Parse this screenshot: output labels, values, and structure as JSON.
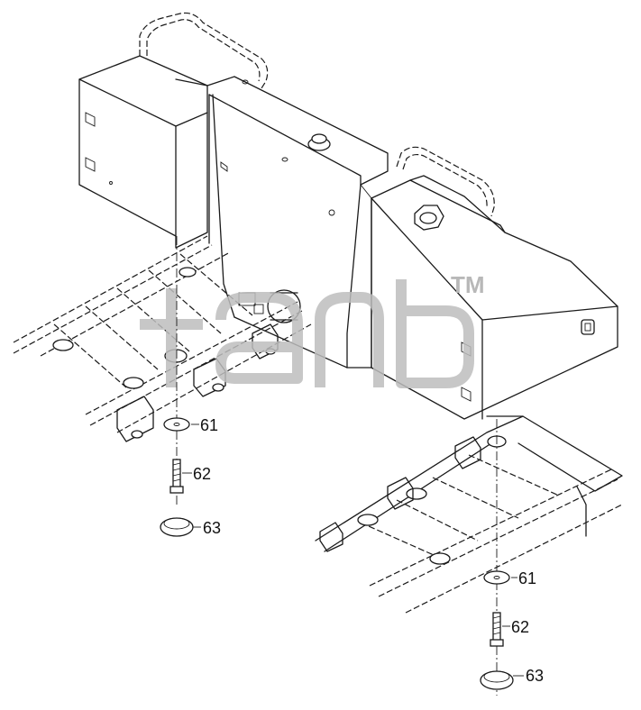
{
  "diagram": {
    "watermark_mark": "TM",
    "callouts": {
      "left": [
        "61",
        "62",
        "63"
      ],
      "right": [
        "61",
        "62",
        "63"
      ]
    }
  }
}
